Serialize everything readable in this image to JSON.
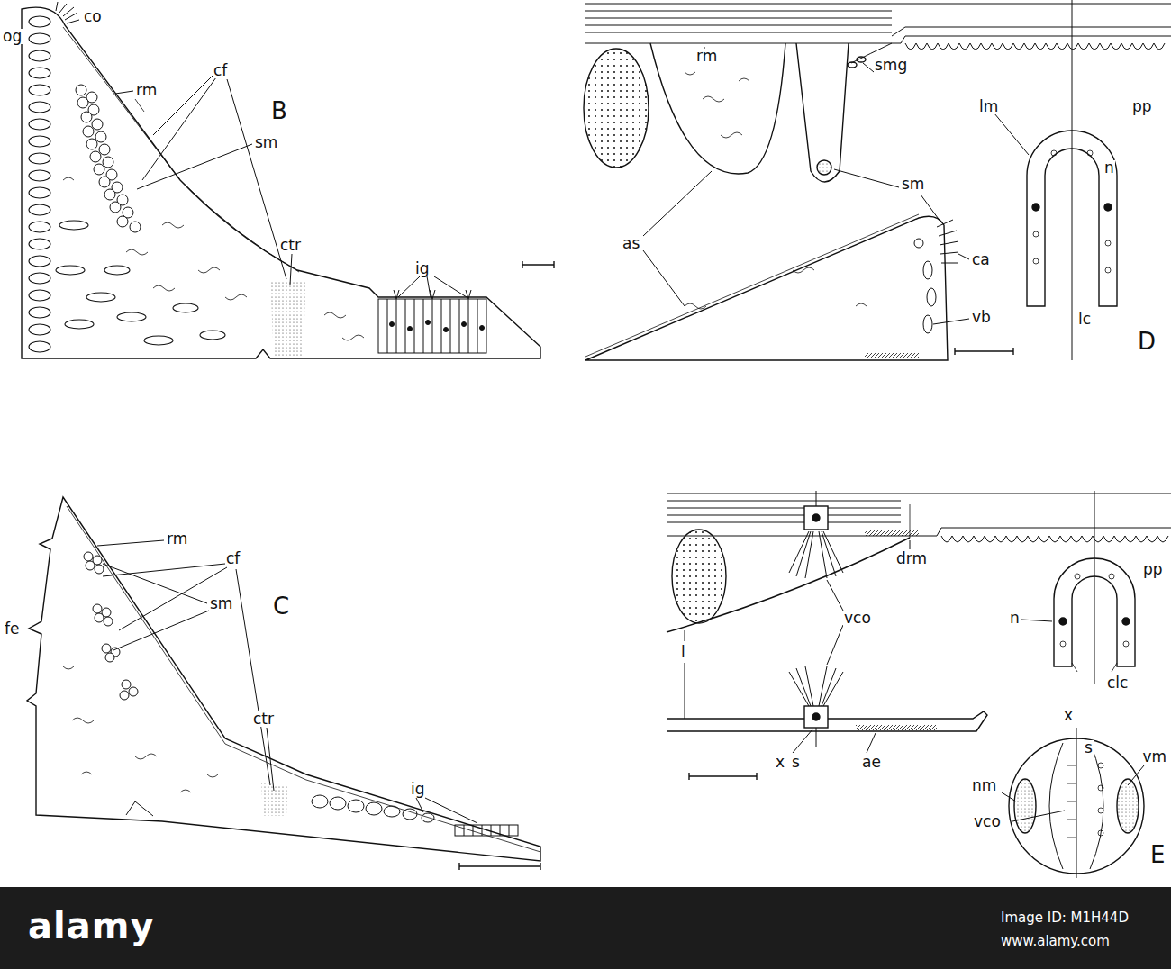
{
  "diagram": {
    "labels": [
      "og",
      "co",
      "rm",
      "cf",
      "B",
      "sm",
      "ctr",
      "ig",
      "rm",
      "smg",
      "lm",
      "pp",
      "sm",
      "n",
      "as",
      "ca",
      "vb",
      "lc",
      "D",
      "rm",
      "cf",
      "C",
      "sm",
      "fe",
      "ctr",
      "ig",
      "drm",
      "pp",
      "vco",
      "l",
      "n",
      "clc",
      "x",
      "s",
      "ae",
      "x",
      "s",
      "vm",
      "nm",
      "vco",
      "E",
      "alamy",
      "Image ID: M1H44D",
      "www.alamy.com"
    ]
  }
}
